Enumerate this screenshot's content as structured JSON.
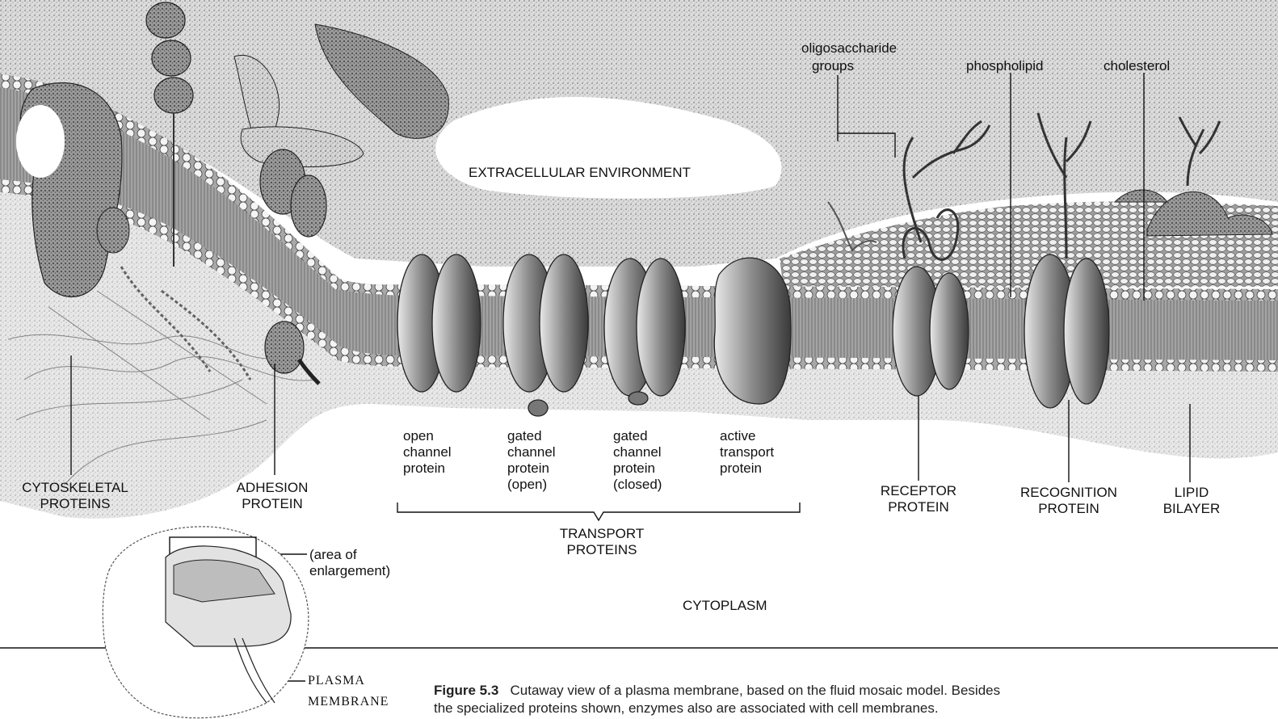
{
  "labels": {
    "oligosaccharide": "oligosaccharide",
    "groups": "groups",
    "phospholipid": "phospholipid",
    "cholesterol": "cholesterol",
    "extracellular": "EXTRACELLULAR ENVIRONMENT",
    "open_channel": [
      "open",
      "channel",
      "protein"
    ],
    "gated_open": [
      "gated",
      "channel",
      "protein",
      "(open)"
    ],
    "gated_closed": [
      "gated",
      "channel",
      "protein",
      "(closed)"
    ],
    "active_transport": [
      "active",
      "transport",
      "protein"
    ],
    "transport_proteins": [
      "TRANSPORT",
      "PROTEINS"
    ],
    "cytoskeletal": [
      "CYTOSKELETAL",
      "PROTEINS"
    ],
    "adhesion": [
      "ADHESION",
      "PROTEIN"
    ],
    "receptor": [
      "RECEPTOR",
      "PROTEIN"
    ],
    "recognition": [
      "RECOGNITION",
      "PROTEIN"
    ],
    "lipid_bilayer": [
      "LIPID",
      "BILAYER"
    ],
    "area_of_enlargement": [
      "(area of",
      "enlargement)"
    ],
    "cytoplasm": "CYTOPLASM",
    "plasma_membrane": [
      "PLASMA",
      "MEMBRANE"
    ]
  },
  "caption": {
    "figure_number": "Figure 5.3",
    "line1": "Cutaway view of a plasma membrane, based on the fluid mosaic model. Besides",
    "line2": "the specialized proteins shown, enzymes also are associated with cell membranes."
  },
  "colors": {
    "ink": "#111111",
    "shading": "#7a7a7a",
    "protein": "#8c8c8c",
    "tail": "#555555"
  }
}
